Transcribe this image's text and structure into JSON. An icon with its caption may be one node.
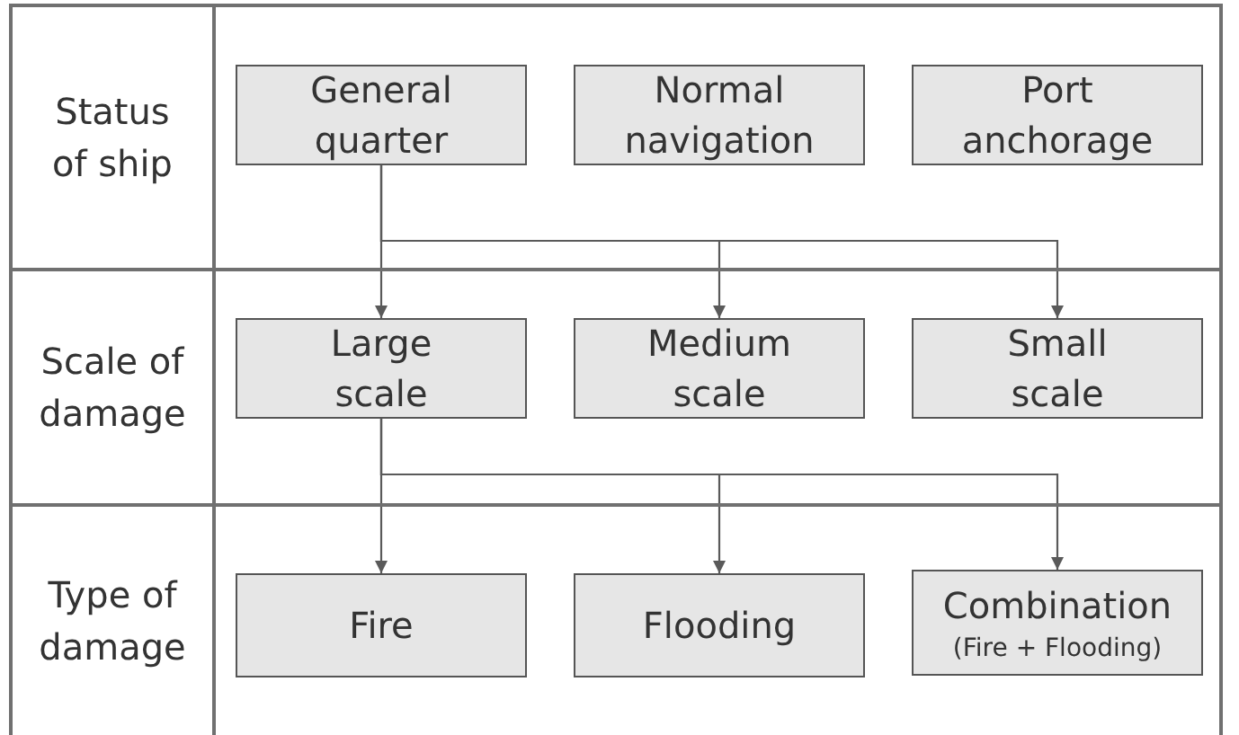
{
  "diagram": {
    "nodes": [
      {
        "text": [
          "Status of ship"
        ]
      },
      {
        "text": [
          "General quarter"
        ],
        "in": 0
      },
      {
        "text": [
          "Normal navigation"
        ],
        "in": 0
      },
      {
        "text": [
          "Port anchorage"
        ],
        "in": 0
      },
      {
        "text": [
          "Scale of damage"
        ]
      },
      {
        "text": [
          "Large scale"
        ],
        "in": 4
      },
      {
        "text": [
          "Medium scale"
        ],
        "in": 4
      },
      {
        "text": [
          "Small scale"
        ],
        "in": 4
      },
      {
        "text": [
          "Type of damage"
        ]
      },
      {
        "text": [
          "Fire"
        ],
        "in": 8
      },
      {
        "text": [
          "Flooding"
        ],
        "in": 8
      },
      {
        "text": [
          "Combination",
          "(Fire + Flooding)"
        ],
        "in": 8
      }
    ],
    "edges": [
      {
        "from": 1,
        "to": 5,
        "arrow": "to"
      },
      {
        "from": 1,
        "to": 6,
        "arrow": "to"
      },
      {
        "from": 1,
        "to": 7,
        "arrow": "to"
      },
      {
        "from": 5,
        "to": 9,
        "arrow": "to"
      },
      {
        "from": 5,
        "to": 10,
        "arrow": "to"
      },
      {
        "from": 5,
        "to": 11,
        "arrow": "to"
      }
    ]
  }
}
